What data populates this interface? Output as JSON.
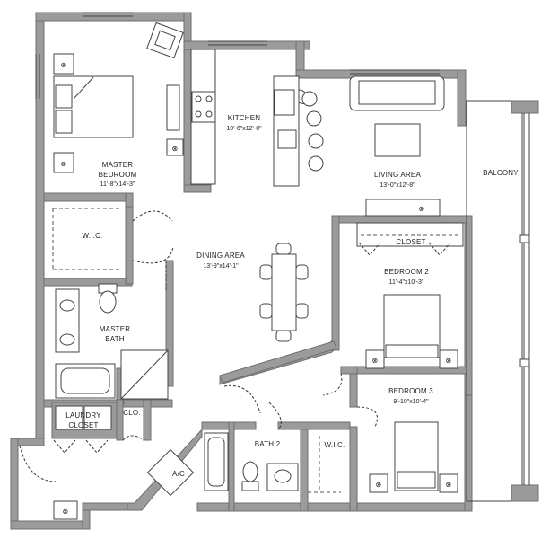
{
  "rooms": {
    "master_bedroom": {
      "name": "MASTER",
      "name2": "BEDROOM",
      "dims": "11'-8\"x14'-3\""
    },
    "kitchen": {
      "name": "KITCHEN",
      "dims": "10'-6\"x12'-0\""
    },
    "living_area": {
      "name": "LIVING AREA",
      "dims": "13'-0\"x12'-8\""
    },
    "balcony": {
      "name": "BALCONY"
    },
    "wic_master": {
      "name": "W.I.C."
    },
    "dining_area": {
      "name": "DINING AREA",
      "dims": "13'-9\"x14'-1\""
    },
    "closet": {
      "name": "CLOSET"
    },
    "bedroom2": {
      "name": "BEDROOM 2",
      "dims": "11'-4\"x10'-3\""
    },
    "master_bath": {
      "name": "MASTER",
      "name2": "BATH"
    },
    "bedroom3": {
      "name": "BEDROOM 3",
      "dims": "9'-10\"x10'-4\""
    },
    "laundry": {
      "name": "LAUNDRY",
      "name2": "CLOSET"
    },
    "clo": {
      "name": "CLO."
    },
    "bath2": {
      "name": "BATH 2"
    },
    "wic_b3": {
      "name": "W.I.C."
    },
    "ac": {
      "name": "A/C"
    }
  }
}
